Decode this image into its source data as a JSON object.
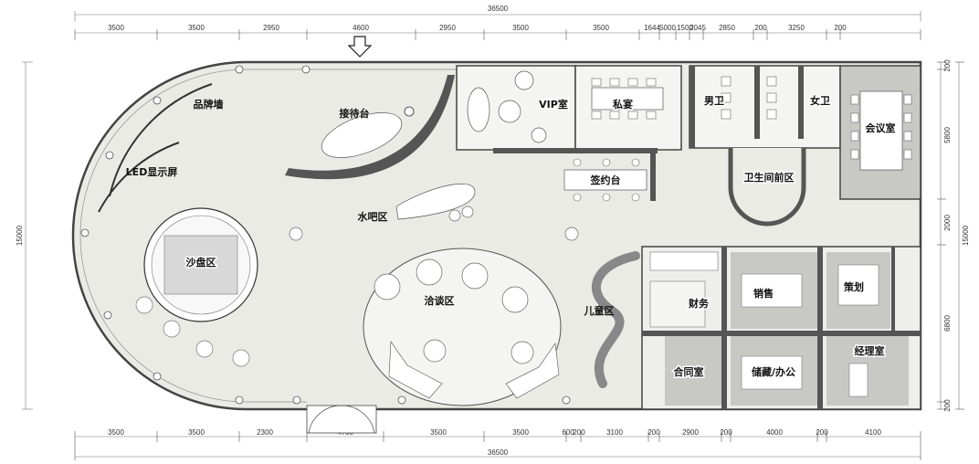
{
  "dimensions": {
    "total_top": "36500",
    "total_bottom": "36500",
    "top": [
      "3500",
      "3500",
      "2950",
      "4600",
      "2950",
      "3500",
      "3500",
      "1644",
      "5000",
      "1500",
      "2045",
      "2850",
      "200",
      "3250",
      "200"
    ],
    "bottom": [
      "3500",
      "3500",
      "2300",
      "4700",
      "3500",
      "3500",
      "600",
      "200",
      "3100",
      "200",
      "2900",
      "200",
      "4000",
      "200",
      "4100"
    ],
    "left": "15000",
    "right": [
      "200",
      "5800",
      "2000",
      "15000",
      "6800",
      "200"
    ]
  },
  "rooms": {
    "brand_wall": "品牌墙",
    "reception": "接待台",
    "led_screen": "LED显示屏",
    "vip_room": "VIP室",
    "private_dining": "私宴",
    "signing_desk": "签约台",
    "mens_wc": "男卫",
    "womens_wc": "女卫",
    "meeting_room": "会议室",
    "wc_front": "卫生间前区",
    "water_bar": "水吧区",
    "sand_table": "沙盘区",
    "negotiation": "洽谈区",
    "kids_area": "儿童区",
    "finance": "财务",
    "sales": "销售",
    "planning": "策划",
    "contract_room": "合同室",
    "storage_office": "储藏/办公",
    "manager_room": "经理室"
  },
  "icons": {
    "entrance_arrow": "down-arrow-icon"
  }
}
